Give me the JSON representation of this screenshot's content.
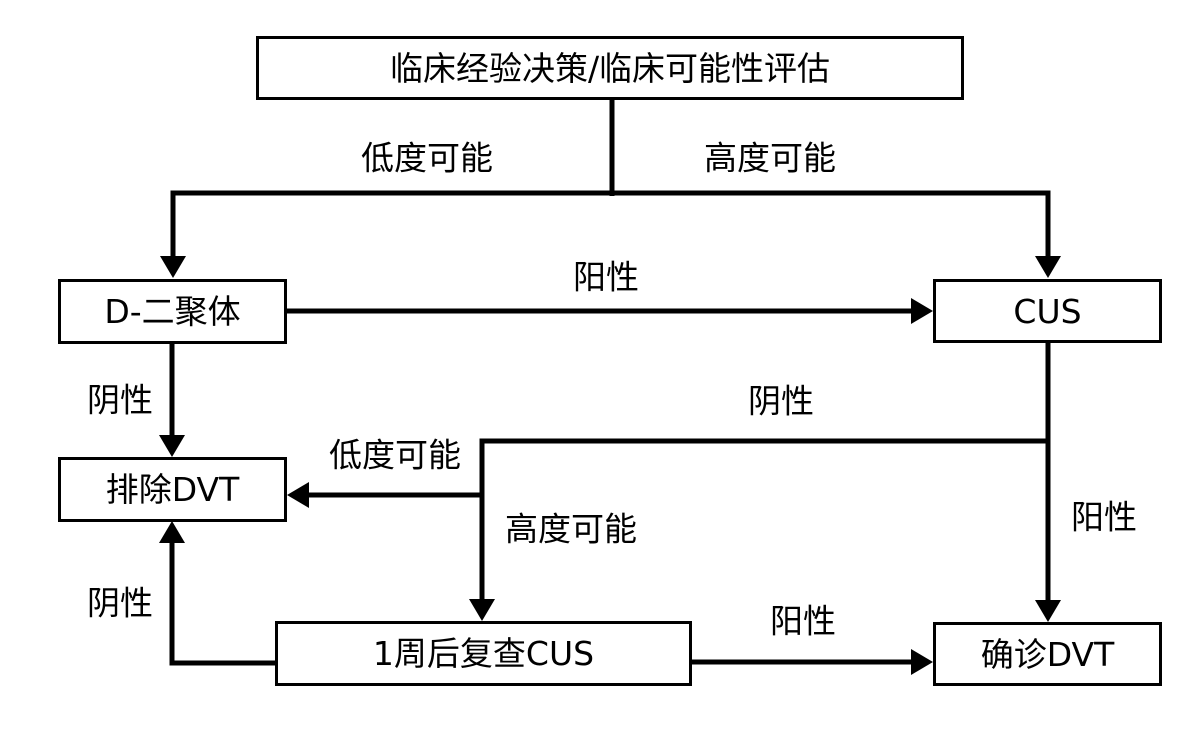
{
  "nodes": {
    "assessment": "临床经验决策/临床可能性评估",
    "ddimer": "D-二聚体",
    "cus": "CUS",
    "exclude": "排除DVT",
    "recheck": "1周后复查CUS",
    "confirm": "确诊DVT"
  },
  "edge_labels": {
    "low_prob_top": "低度可能",
    "high_prob_top": "高度可能",
    "positive_ddimer_cus": "阳性",
    "negative_ddimer": "阴性",
    "negative_cus": "阴性",
    "positive_cus": "阳性",
    "low_prob_branch": "低度可能",
    "high_prob_branch": "高度可能",
    "negative_recheck": "阴性",
    "positive_recheck": "阳性"
  },
  "colors": {
    "line": "#000000",
    "background": "#ffffff",
    "box_fill": "#ffffff"
  }
}
